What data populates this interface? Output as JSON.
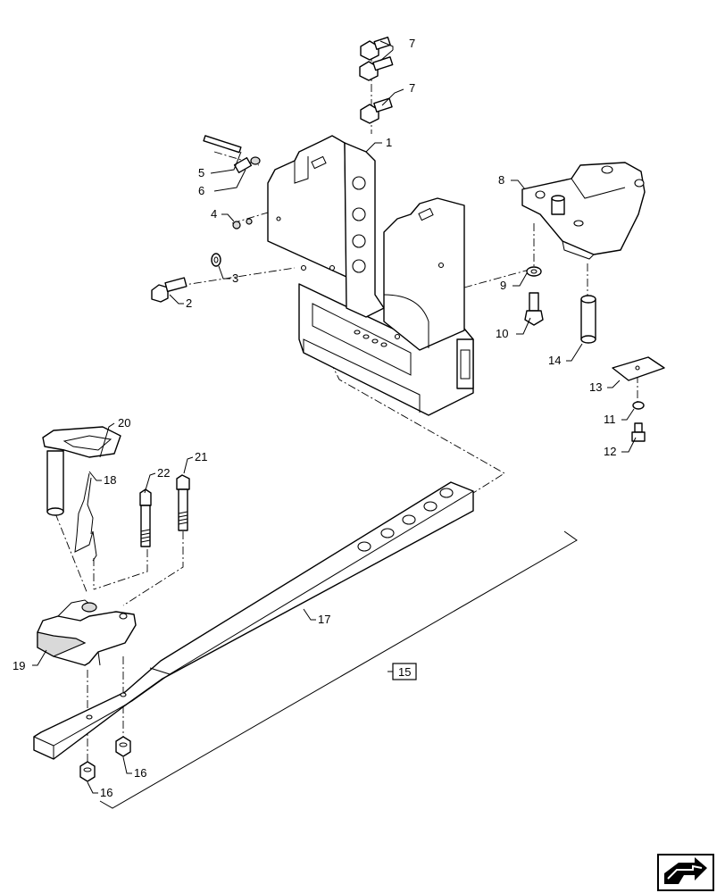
{
  "callouts": {
    "c1": "1",
    "c2": "2",
    "c3": "3",
    "c4": "4",
    "c5": "5",
    "c6": "6",
    "c7a": "7",
    "c7b": "7",
    "c8": "8",
    "c9": "9",
    "c10": "10",
    "c11": "11",
    "c12": "12",
    "c13": "13",
    "c14": "14",
    "c15": "15",
    "c16a": "16",
    "c16b": "16",
    "c17": "17",
    "c18": "18",
    "c19": "19",
    "c20": "20",
    "c21": "21",
    "c22": "22"
  },
  "icons": {
    "nav": "next-page-arrow-icon"
  }
}
